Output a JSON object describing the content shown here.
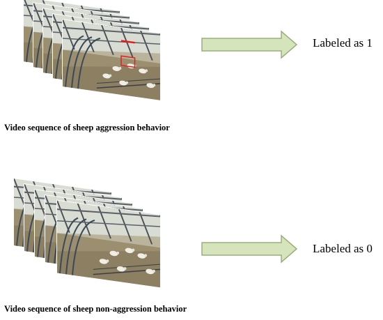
{
  "panels": [
    {
      "caption": "Video sequence of sheep aggression behavior",
      "label": "Labeled as 1",
      "highlight_color": "#e02020"
    },
    {
      "caption": "Video sequence of sheep non-aggression behavior",
      "label": "Labeled as 0",
      "highlight_color": null
    }
  ],
  "arrow_fill": "#d6e4bc",
  "arrow_stroke": "#9aae7c"
}
